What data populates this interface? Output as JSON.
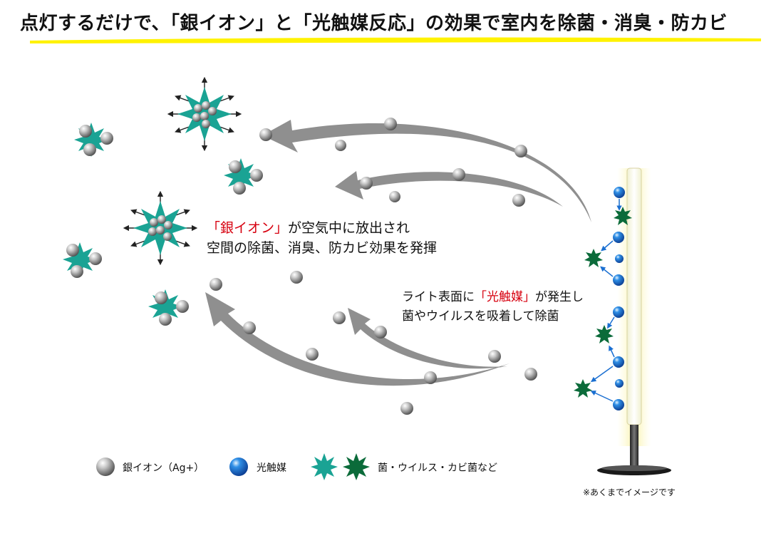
{
  "title": "点灯するだけで、「銀イオン」と「光触媒反応」の効果で室内を除菌・消臭・防カビ",
  "silver_message": {
    "line1_prefix": "「銀イオン」",
    "line1_rest": "が空気中に放出され",
    "line2": "空間の除菌、消臭、防カビ効果を発揮"
  },
  "photocatalyst_message": {
    "line1_prefix": "ライト表面に",
    "line1_highlight": "「光触媒」",
    "line1_rest": "が発生し",
    "line2": "菌やウイルスを吸着して除菌"
  },
  "legend": {
    "silver_ion": "銀イオン（Ag+）",
    "photocatalyst": "光触媒",
    "germs": "菌・ウイルス・カビ菌など"
  },
  "note": "※あくまでイメージです",
  "colors": {
    "highlight_red": "#d7000f",
    "title_underline": "#fff200",
    "germ_teal": "#1aa394",
    "germ_dark_green": "#0b6b3a",
    "photocatalyst_blue": "#1a6fd1",
    "arrow_gray": "#8f8f8f"
  }
}
